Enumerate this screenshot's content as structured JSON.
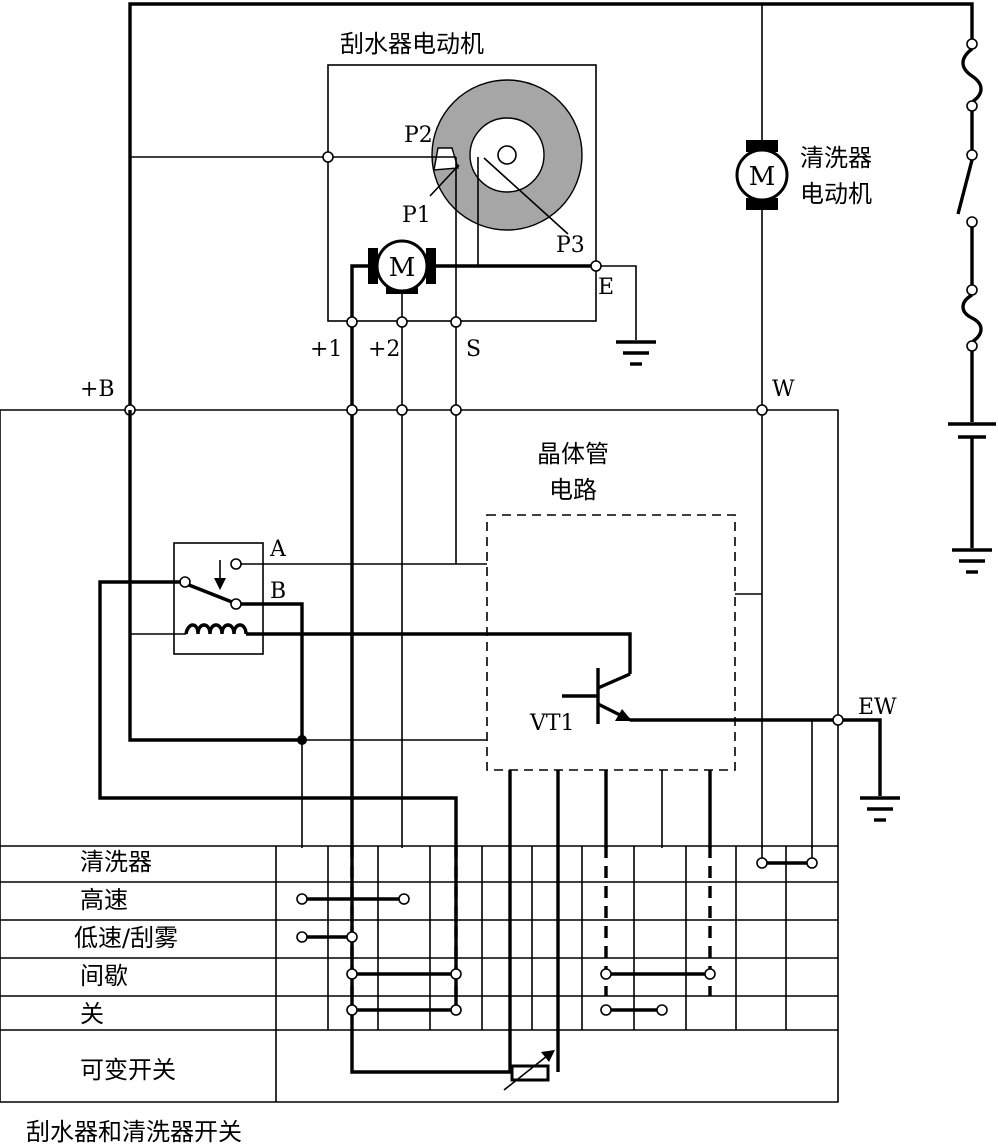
{
  "labels": {
    "wiper_motor_title": "刮水器电动机",
    "washer_motor_line1": "清洗器",
    "washer_motor_line2": "电动机",
    "transistor_circuit_line1": "晶体管",
    "transistor_circuit_line2": "电路",
    "switch_caption": "刮水器和清洗器开关",
    "motor_symbol": "M",
    "washer_motor_symbol": "M",
    "transistor": "VT1"
  },
  "terminals": {
    "p1": "P1",
    "p2": "P2",
    "p3": "P3",
    "e": "E",
    "plus1": "+1",
    "plus2": "+2",
    "s": "S",
    "plus_b": "+B",
    "w": "W",
    "ew": "EW",
    "relay_a": "A",
    "relay_b": "B"
  },
  "switch_rows": [
    {
      "label": "清洗器"
    },
    {
      "label": "高速"
    },
    {
      "label": "低速/刮雾"
    },
    {
      "label": "间歇"
    },
    {
      "label": "关"
    },
    {
      "label": "可变开关"
    }
  ],
  "colors": {
    "line": "#000000",
    "cam": "#a6a6a6",
    "background": "#ffffff"
  }
}
